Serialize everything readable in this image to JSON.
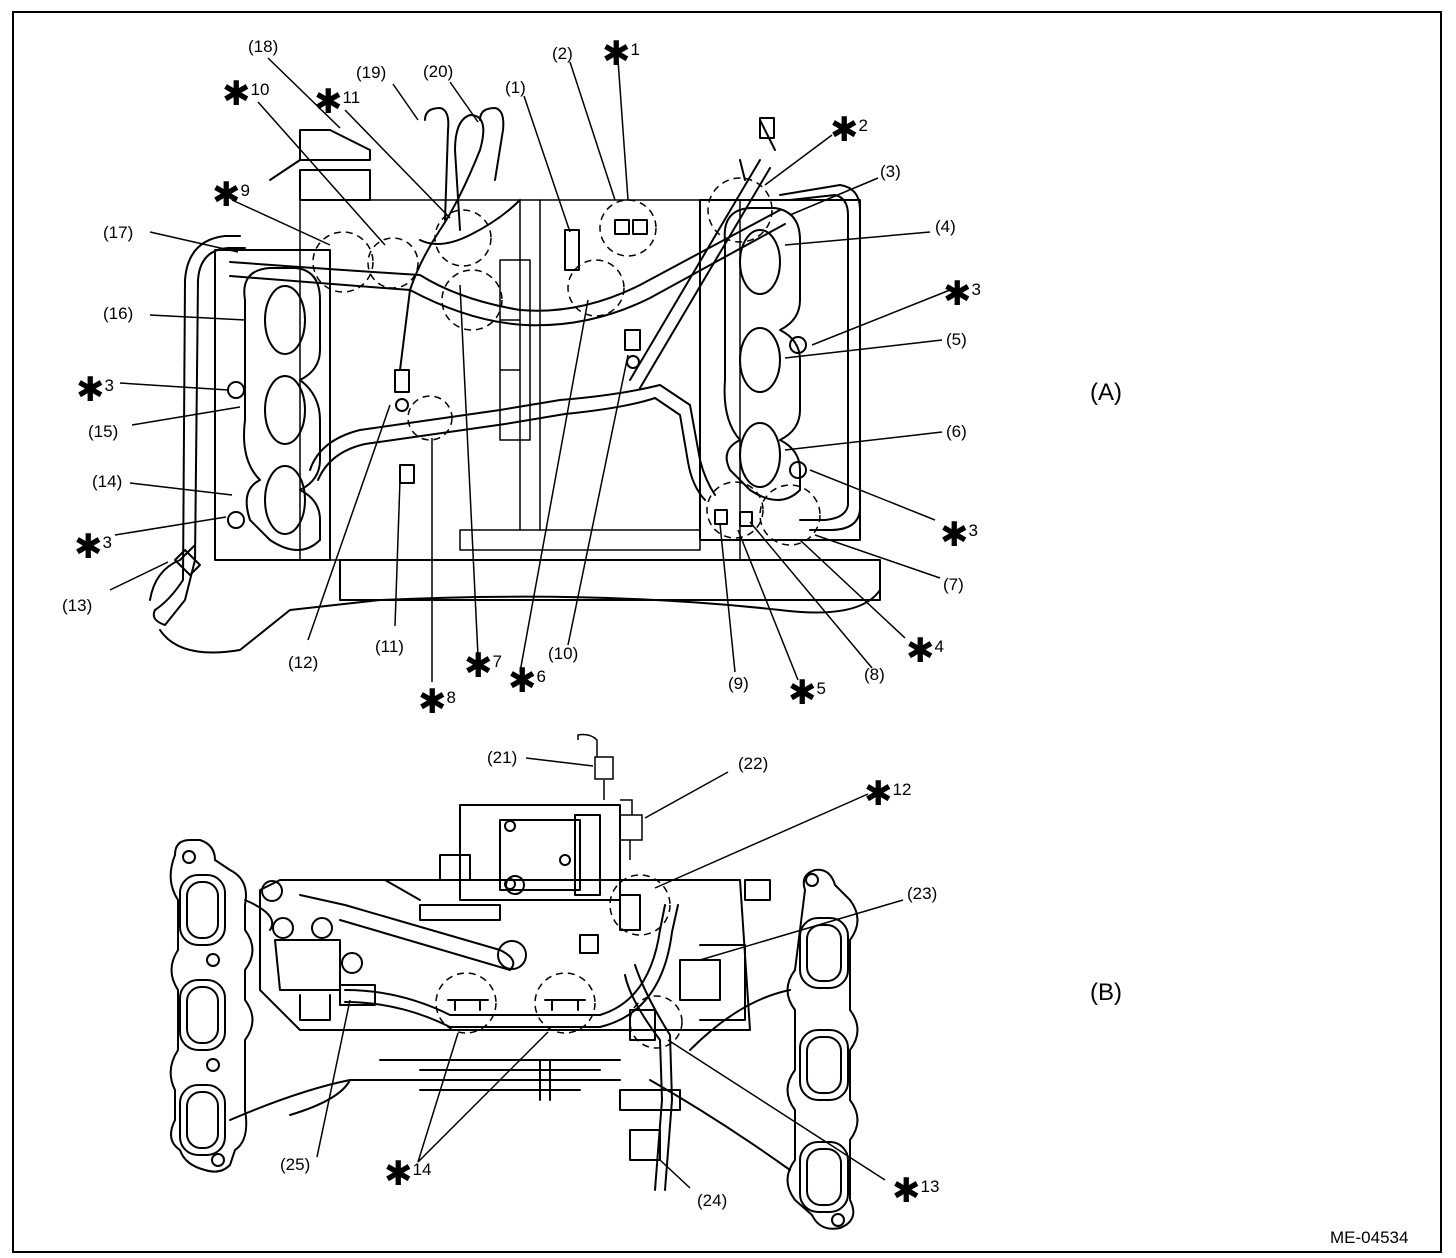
{
  "figure": {
    "code": "ME-04534",
    "views": {
      "a": "(A)",
      "b": "(B)"
    },
    "labels": {
      "p1": "(1)",
      "p2": "(2)",
      "p3": "(3)",
      "p4": "(4)",
      "p5": "(5)",
      "p6": "(6)",
      "p7": "(7)",
      "p8": "(8)",
      "p9": "(9)",
      "p10": "(10)",
      "p11": "(11)",
      "p12": "(12)",
      "p13": "(13)",
      "p14": "(14)",
      "p15": "(15)",
      "p16": "(16)",
      "p17": "(17)",
      "p18": "(18)",
      "p19": "(19)",
      "p20": "(20)",
      "p21": "(21)",
      "p22": "(22)",
      "p23": "(23)",
      "p24": "(24)",
      "p25": "(25)"
    },
    "notes": {
      "n1": "1",
      "n2": "2",
      "n3": "3",
      "n4": "4",
      "n5": "5",
      "n6": "6",
      "n7": "7",
      "n8": "8",
      "n9": "9",
      "n10": "10",
      "n11": "11",
      "n12": "12",
      "n13": "13",
      "n14": "14"
    },
    "star_glyph": "✱",
    "colors": {
      "line": "#000000",
      "background": "#ffffff"
    }
  }
}
